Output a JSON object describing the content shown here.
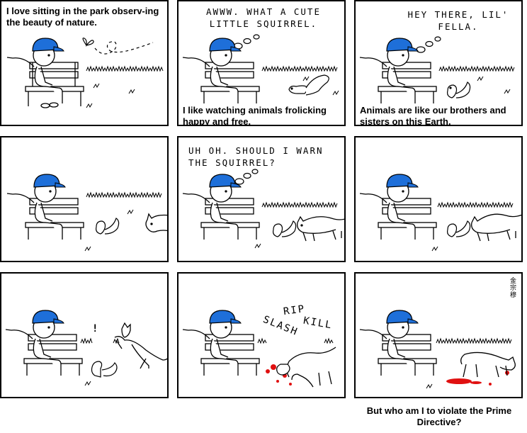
{
  "comic": {
    "panels": [
      {
        "narration": "I love sitting in the park observ-ing the beauty of nature."
      },
      {
        "thought": "AWWW. WHAT A CUTE LITTLE SQUIRREL.",
        "narration": "I like watching animals frolicking happy and free."
      },
      {
        "thought": "HEY THERE, LIL' FELLA.",
        "narration": "Animals are like our brothers and sisters on this Earth."
      },
      {},
      {
        "thought": "UH OH. SHOULD I WARN THE SQUIRREL?"
      },
      {},
      {
        "exclaim": "!"
      },
      {
        "sfx": [
          "RIP",
          "KILL",
          "SLASH"
        ]
      },
      {
        "seal": "金宗穆"
      }
    ],
    "final_caption": "But who am I to violate the Prime Directive?"
  },
  "colors": {
    "cap": "#1e6fd9",
    "blood": "#e01010",
    "ink": "#000000"
  },
  "icons": [
    "cap-icon",
    "bench-icon",
    "grass-icon",
    "squirrel-icon",
    "cat-icon",
    "butterfly-icon",
    "blood-icon"
  ]
}
